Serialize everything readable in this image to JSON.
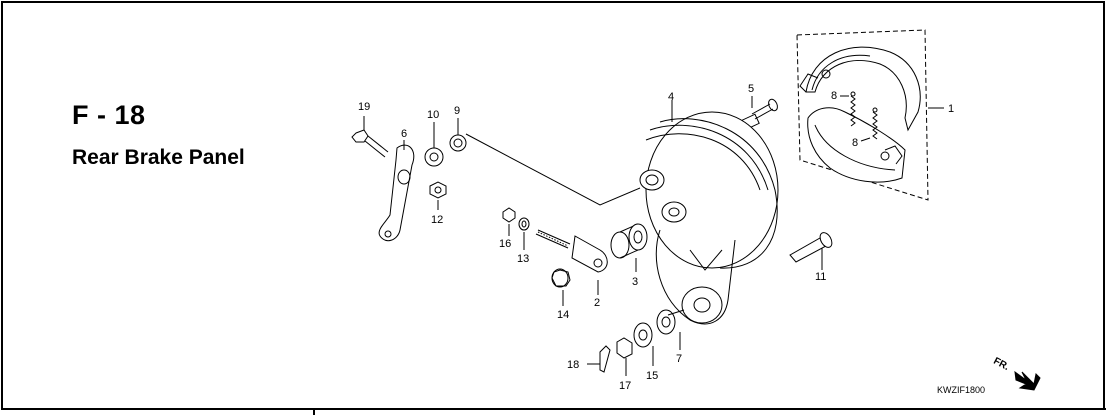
{
  "figure": {
    "code": "F - 18",
    "title": "Rear Brake Panel",
    "drawing_code": "KWZIF1800",
    "direction_label": "FR."
  },
  "callouts": {
    "c1": "1",
    "c2": "2",
    "c3": "3",
    "c4": "4",
    "c5": "5",
    "c6": "6",
    "c7": "7",
    "c8a": "8",
    "c8b": "8",
    "c9": "9",
    "c10": "10",
    "c11": "11",
    "c12": "12",
    "c13": "13",
    "c14": "14",
    "c15": "15",
    "c16": "16",
    "c17": "17",
    "c18": "18",
    "c19": "19"
  }
}
